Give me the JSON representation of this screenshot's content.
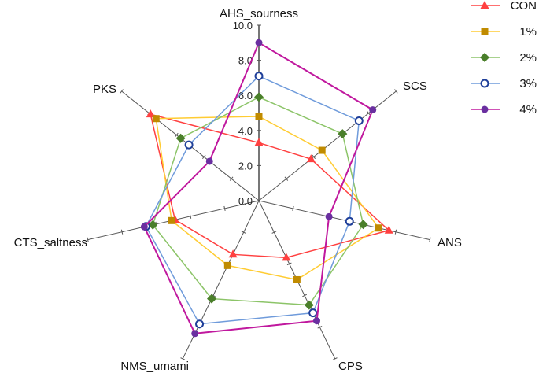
{
  "chart_data": {
    "type": "radar",
    "title": "",
    "axes": [
      "AHS_sourness",
      "SCS",
      "ANS",
      "CPS",
      "NMS_umami",
      "CTS_saltness",
      "PKS"
    ],
    "range": [
      0,
      10
    ],
    "ticks": [
      "0.0",
      "2.0",
      "4.0",
      "6.0",
      "8.0",
      "10.0"
    ],
    "grid": false,
    "legend_position": "top-right",
    "series": [
      {
        "name": "CON",
        "color": "#FF4040",
        "marker": "triangle",
        "values": [
          3.3,
          3.8,
          7.6,
          3.6,
          3.4,
          4.9,
          7.9
        ]
      },
      {
        "name": "1%",
        "color": "#FFCC33",
        "marker_color": "#C08B00",
        "marker": "square",
        "values": [
          4.8,
          4.6,
          7.0,
          5.0,
          4.1,
          5.1,
          7.5
        ]
      },
      {
        "name": "2%",
        "color": "#8CC468",
        "marker_color": "#4A7F2A",
        "marker": "diamond",
        "values": [
          5.9,
          6.1,
          6.1,
          6.6,
          6.2,
          6.2,
          5.7
        ]
      },
      {
        "name": "3%",
        "color": "#6F9BDB",
        "marker_color": "#1F3F99",
        "marker": "open-circle",
        "values": [
          7.1,
          7.3,
          5.3,
          7.1,
          7.8,
          6.6,
          5.1
        ]
      },
      {
        "name": "4%",
        "color": "#C0189E",
        "marker_color": "#6A2FA0",
        "marker": "circle",
        "values": [
          9.0,
          8.3,
          4.1,
          7.6,
          8.4,
          6.7,
          3.6
        ]
      }
    ]
  }
}
